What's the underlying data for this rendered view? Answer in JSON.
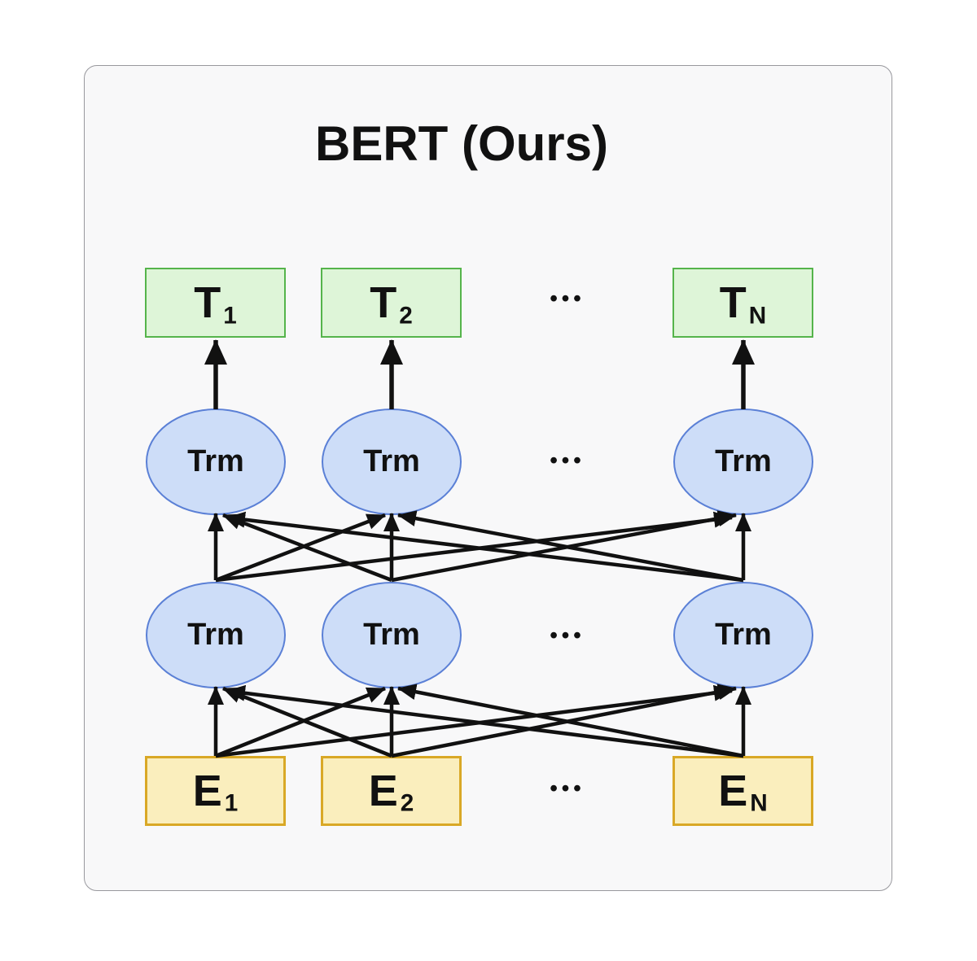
{
  "title": "BERT (Ours)",
  "ellipsis": "•••",
  "nodes": {
    "outputs": [
      {
        "main": "T",
        "sub": "1"
      },
      {
        "main": "T",
        "sub": "2"
      },
      {
        "main": "T",
        "sub": "N"
      }
    ],
    "trm_top": [
      "Trm",
      "Trm",
      "Trm"
    ],
    "trm_bottom": [
      "Trm",
      "Trm",
      "Trm"
    ],
    "embeddings": [
      {
        "main": "E",
        "sub": "1"
      },
      {
        "main": "E",
        "sub": "2"
      },
      {
        "main": "E",
        "sub": "N"
      }
    ]
  },
  "colors": {
    "output_fill": "#def5d8",
    "output_border": "#55b44b",
    "trm_fill": "#cdddf8",
    "trm_border": "#5b80d6",
    "embedding_fill": "#faeebd",
    "embedding_border": "#d9a826",
    "arrow": "#111111",
    "frame_bg": "#f8f8f9",
    "frame_border": "#98989d"
  }
}
